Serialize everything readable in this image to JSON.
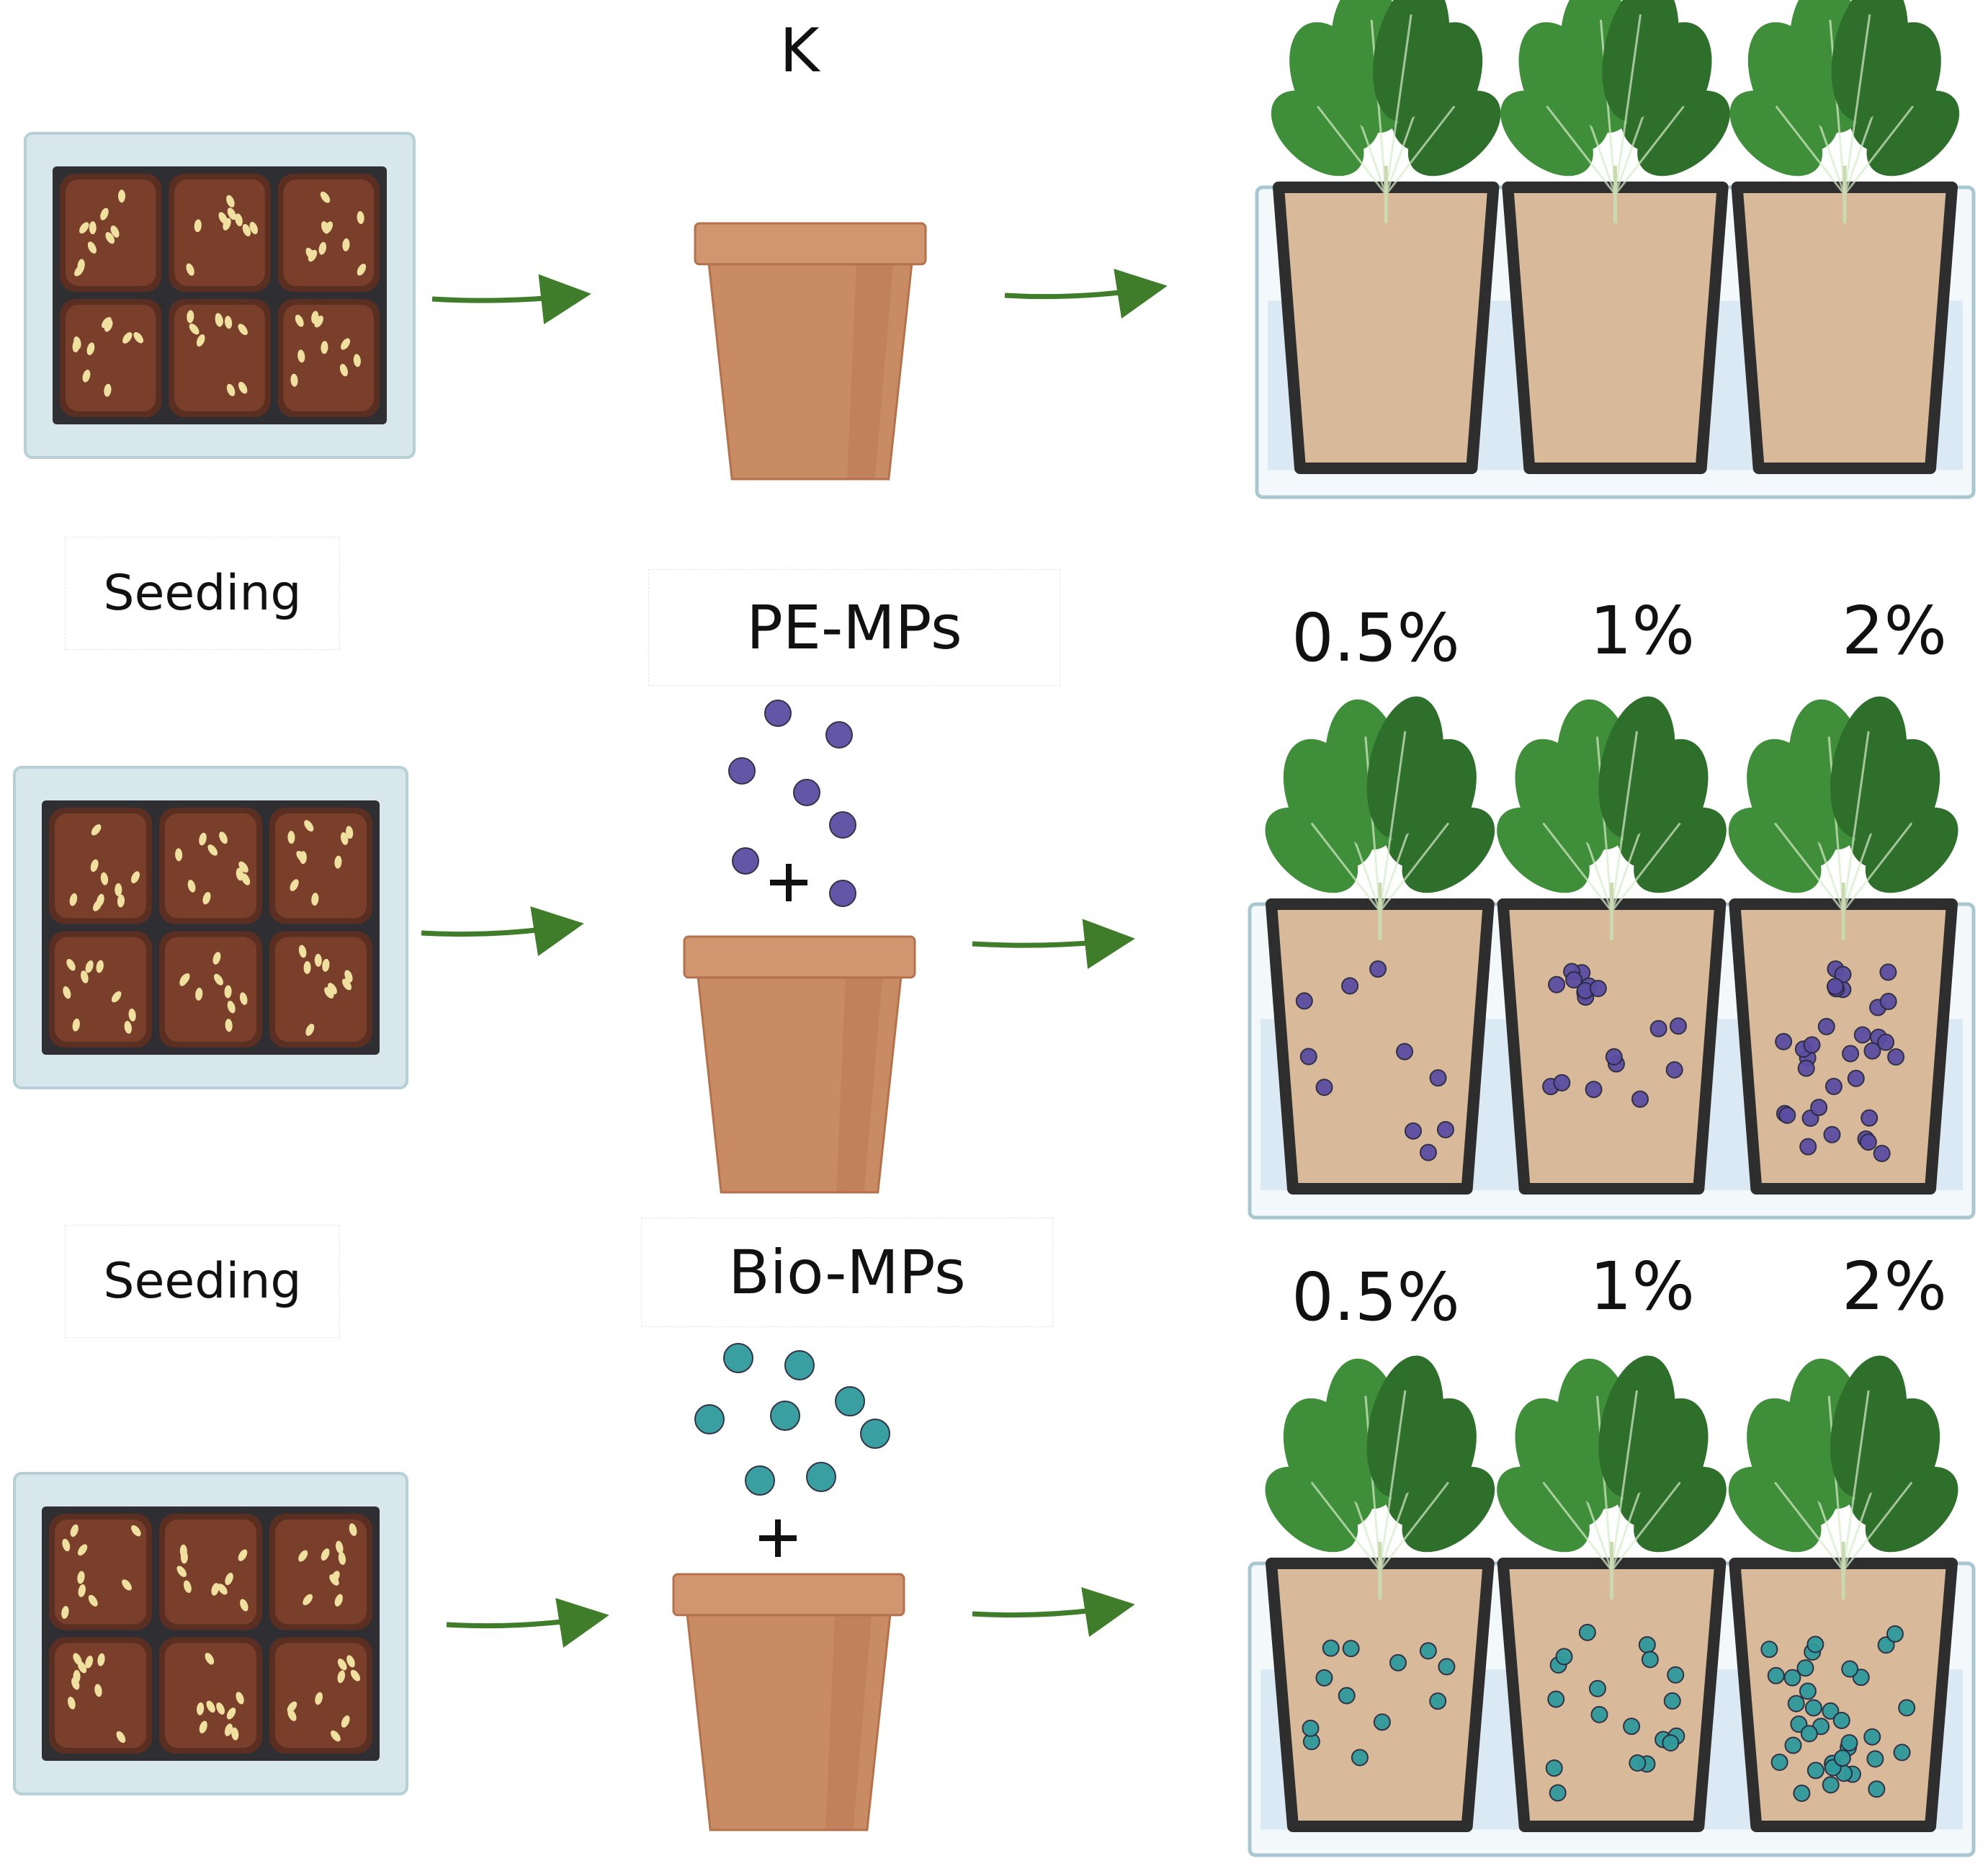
{
  "rows": [
    {
      "treatment_label": "K",
      "stage_label": "Seeding",
      "concentrations": []
    },
    {
      "treatment_label": "PE-MPs",
      "stage_label": "Seeding",
      "concentrations": [
        "0.5%",
        "1%",
        "2%"
      ]
    },
    {
      "treatment_label": "Bio-MPs",
      "stage_label": "",
      "concentrations": [
        "0.5%",
        "1%",
        "2%"
      ]
    }
  ],
  "colors": {
    "arrow": "#3f7d2a",
    "tray_frame": "#d7e7ec",
    "tray_inner": "#2f2f33",
    "cell_soil": "#7a3f2b",
    "seed": "#efe0a0",
    "pot": "#c98b63",
    "pot_shade": "#b3714c",
    "soil": "#d8b99a",
    "water": "#dbe9f5",
    "container_frame": "#2e2e2e",
    "leaf": "#3f8f3a",
    "leaf_dark": "#2f6f2c",
    "pe_particle": "#5b4da3",
    "bio_particle": "#2f9a9c"
  },
  "icons": [
    "seed-tray-icon",
    "pot-icon",
    "plant-icon",
    "microplastic-particle-icon",
    "arrow-right-icon",
    "plus-icon"
  ]
}
